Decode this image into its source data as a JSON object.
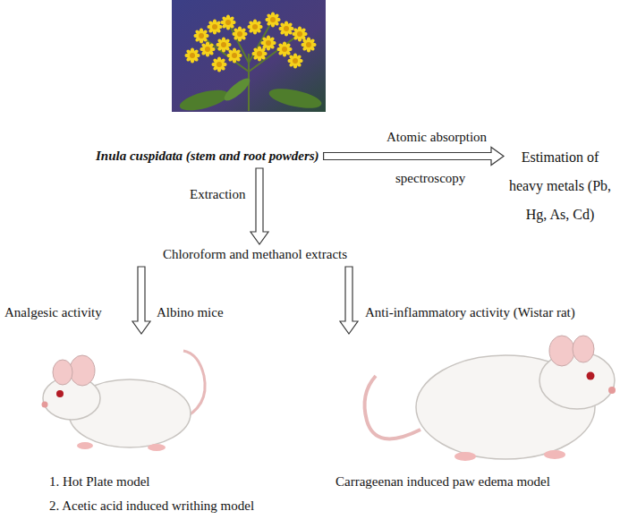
{
  "diagram": {
    "nodes": [
      {
        "text": [
          "Inula cuspidata (stem and root powders)"
        ]
      },
      {
        "text": [
          "Estimation of heavy metals (Pb, Hg, As, Cd)"
        ]
      },
      {
        "text": [
          "Chloroform and methanol extracts"
        ]
      },
      {
        "text": [
          "1. Hot Plate model",
          "2. Acetic acid induced writhing model"
        ]
      },
      {
        "text": [
          "Carrageenan induced paw edema model"
        ]
      }
    ],
    "edges": [
      {
        "from": 0,
        "to": 1,
        "arrow": "to"
      },
      {
        "from": 0,
        "to": 2,
        "arrow": "to"
      },
      {
        "from": 2,
        "to": 3,
        "arrow": "to"
      },
      {
        "from": 2,
        "to": 4,
        "arrow": "to"
      }
    ],
    "labels": [
      "Atomic absorption",
      "spectroscopy",
      "Extraction",
      "Analgesic activity",
      "Albino mice",
      "Anti-inflammatory activity (Wistar rat)"
    ]
  }
}
